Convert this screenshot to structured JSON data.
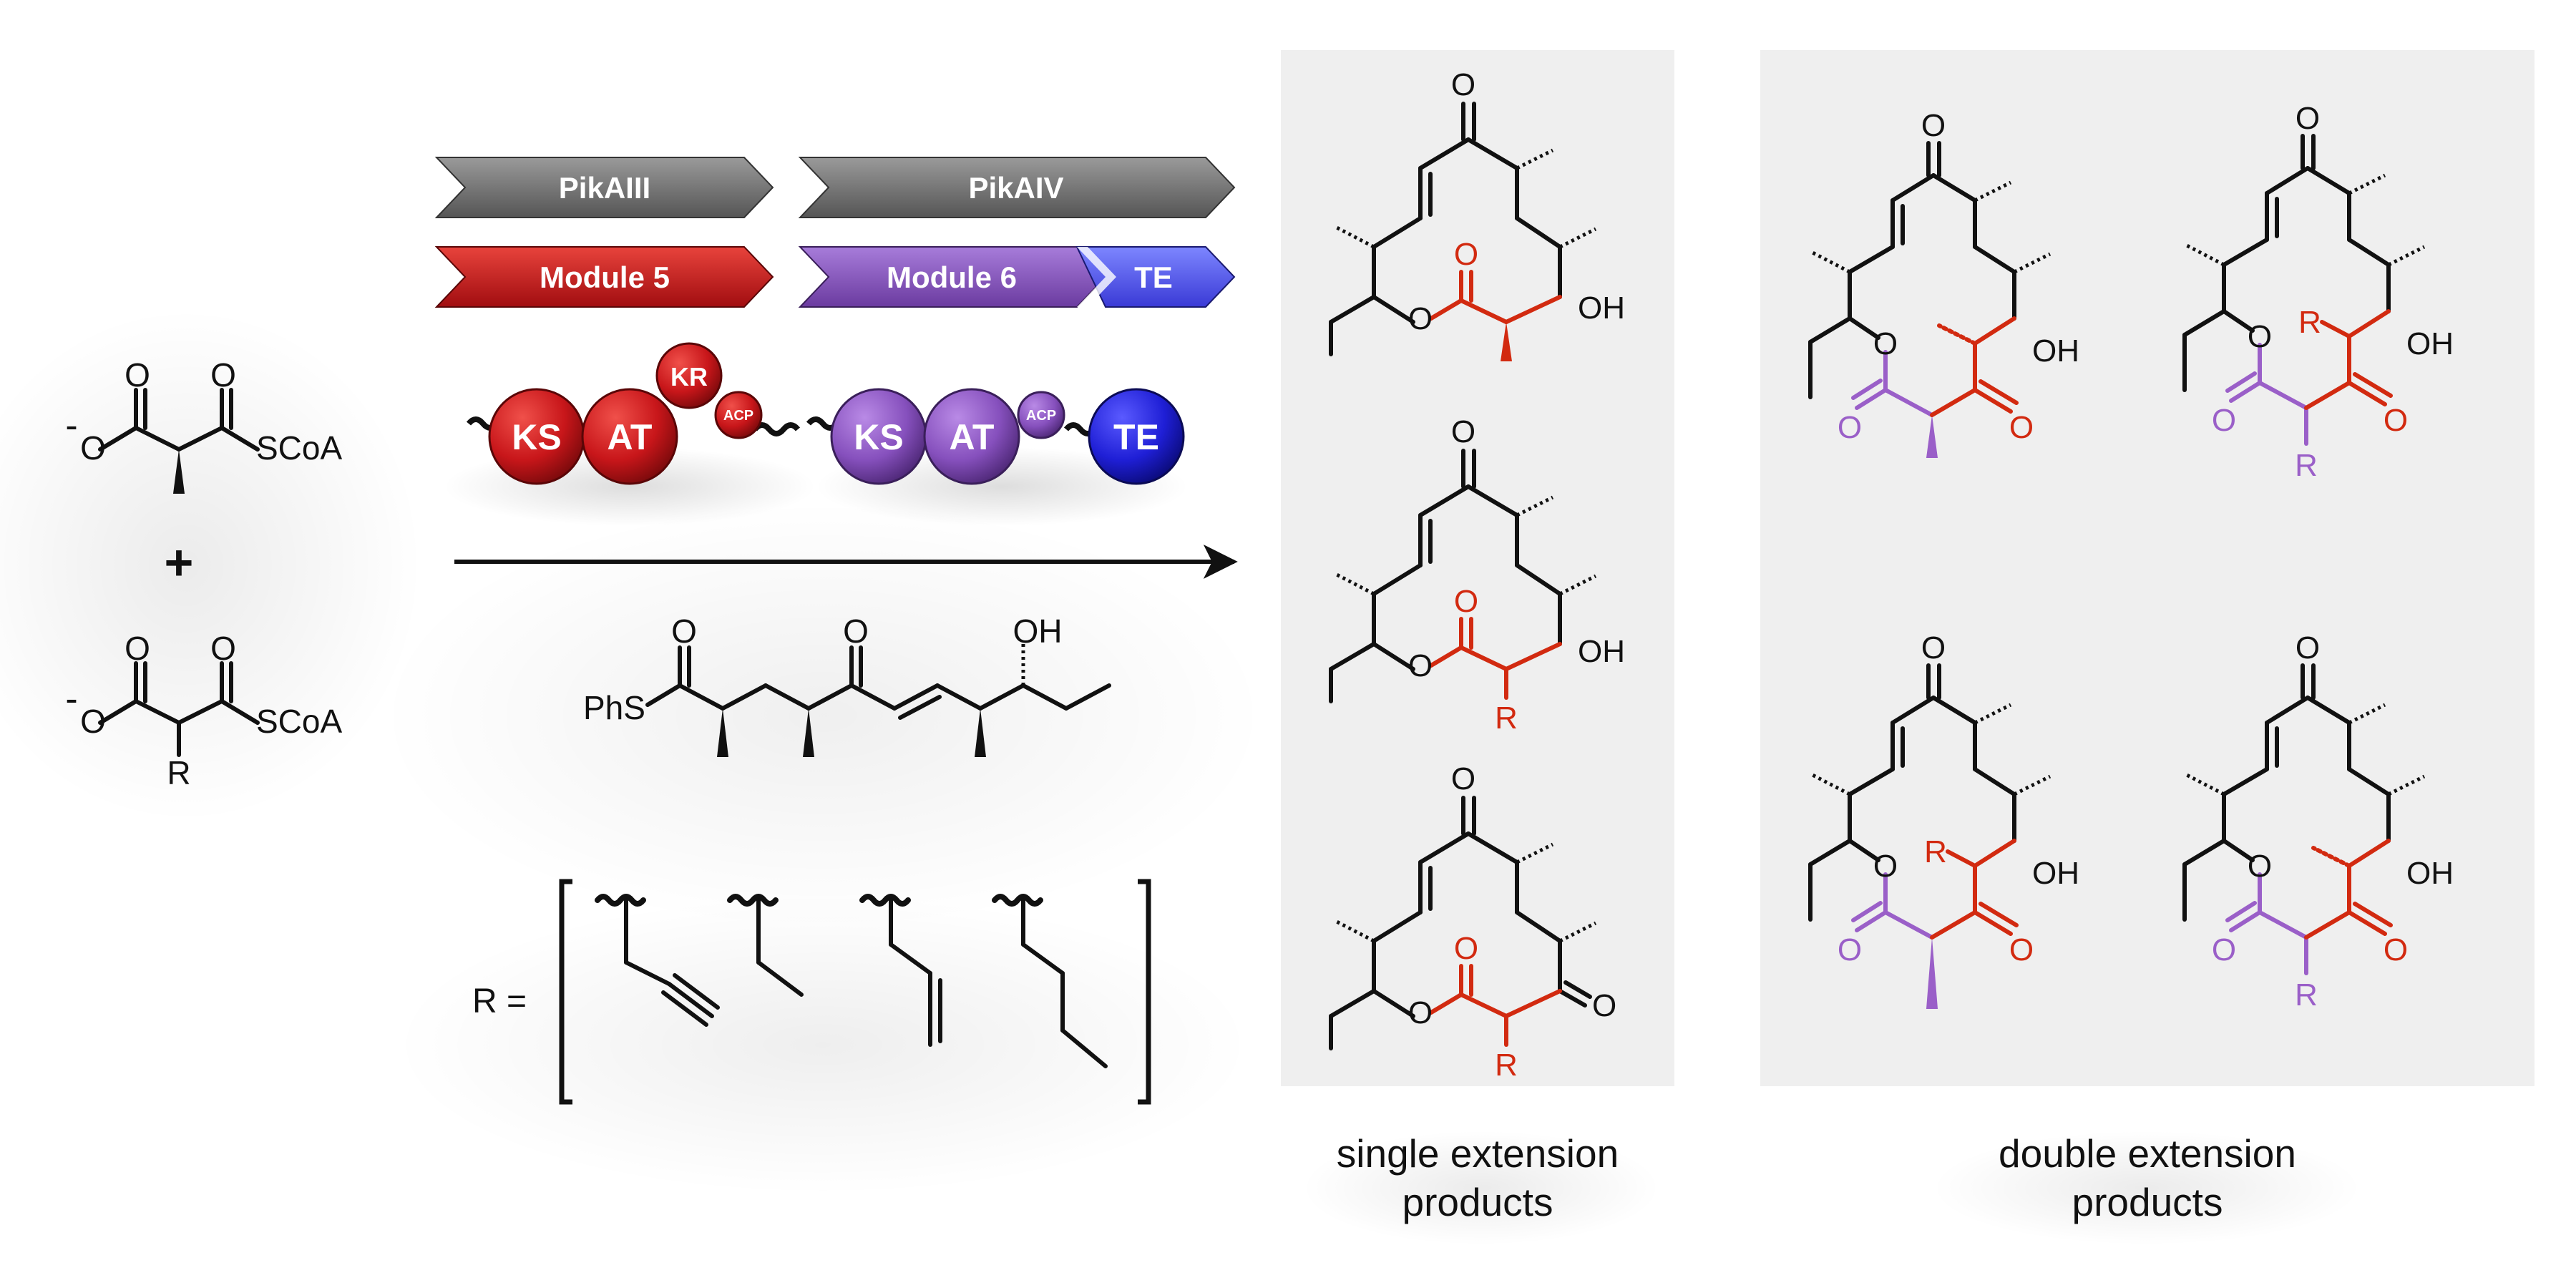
{
  "colors": {
    "black": "#111111",
    "red": "#d22a10",
    "purple": "#9a5fc8",
    "module5": "#c8181b",
    "module6": "#8a55c0",
    "te": "#2828d8",
    "pikGray": "#6e6e6e",
    "panelBg": "#efefef"
  },
  "gene_arrows": {
    "pikaiii": "PikAIII",
    "pikaiv": "PikAIV",
    "module5": "Module 5",
    "module6": "Module 6",
    "te": "TE"
  },
  "domains": {
    "ks1": "KS",
    "at1": "AT",
    "kr": "KR",
    "acp1": "ACP",
    "ks2": "KS",
    "at2": "AT",
    "acp2": "ACP",
    "te": "TE"
  },
  "substrates": {
    "top": {
      "o1": "O",
      "o2": "O",
      "oneg": "O",
      "minus": "-",
      "scoa": "SCoA"
    },
    "plus": "+",
    "bottom": {
      "o1": "O",
      "o2": "O",
      "oneg": "O",
      "minus": "-",
      "scoa": "SCoA",
      "r": "R"
    }
  },
  "intermediate": {
    "phs": "PhS",
    "o1": "O",
    "o2": "O",
    "oh": "OH"
  },
  "r_groups": {
    "label": "R ="
  },
  "single_products": {
    "top": {
      "o_ketone": "O",
      "o_ring": "O",
      "o_lactone": "O",
      "oh": "OH"
    },
    "mid": {
      "o_ketone": "O",
      "o_ring": "O",
      "o_lactone": "O",
      "oh": "OH",
      "r": "R"
    },
    "bot": {
      "o_ketone": "O",
      "o_ring": "O",
      "o_lactone": "O",
      "o_keto2": "O",
      "r": "R"
    }
  },
  "double_products": {
    "tl": {
      "o_ketone": "O",
      "o_ring": "O",
      "o_lactone": "O",
      "o_keto": "O",
      "oh": "OH"
    },
    "tr": {
      "o_ketone": "O",
      "o_ring": "O",
      "o_lactone": "O",
      "o_keto": "O",
      "oh": "OH",
      "r1": "R",
      "r2": "R"
    },
    "bl": {
      "o_ketone": "O",
      "o_ring": "O",
      "o_lactone": "O",
      "o_keto": "O",
      "oh": "OH",
      "r1": "R"
    },
    "br": {
      "o_ketone": "O",
      "o_ring": "O",
      "o_lactone": "O",
      "o_keto": "O",
      "oh": "OH",
      "r2": "R"
    }
  },
  "captions": {
    "single_line1": "single extension",
    "single_line2": "products",
    "double_line1": "double extension",
    "double_line2": "products"
  }
}
